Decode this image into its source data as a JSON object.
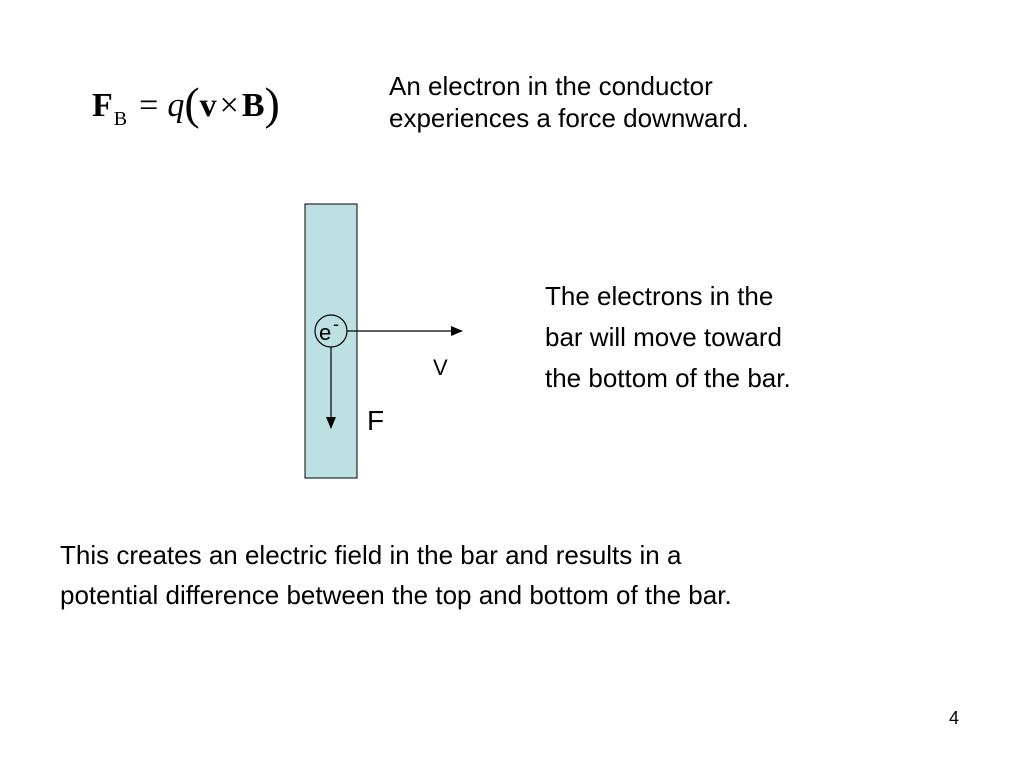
{
  "formula": {
    "force": "F",
    "force_subscript": "B",
    "equals": "=",
    "charge": "q",
    "open_paren": "(",
    "velocity": "v",
    "cross": "×",
    "field": "B",
    "close_paren": ")"
  },
  "caption_top": [
    "An electron in the conductor",
    "experiences a force downward."
  ],
  "diagram": {
    "electron_label": "e",
    "electron_charge": "-",
    "velocity_label": "V",
    "force_label": "F",
    "colors": {
      "bar_fill": "#bde0e3",
      "stroke": "#000000"
    }
  },
  "caption_right": [
    "The electrons in the",
    "bar will move toward",
    "the bottom of the bar."
  ],
  "caption_bottom": [
    "This creates an electric field in the bar and results in a",
    "potential difference between the top and bottom of the bar."
  ],
  "page_number": "4"
}
